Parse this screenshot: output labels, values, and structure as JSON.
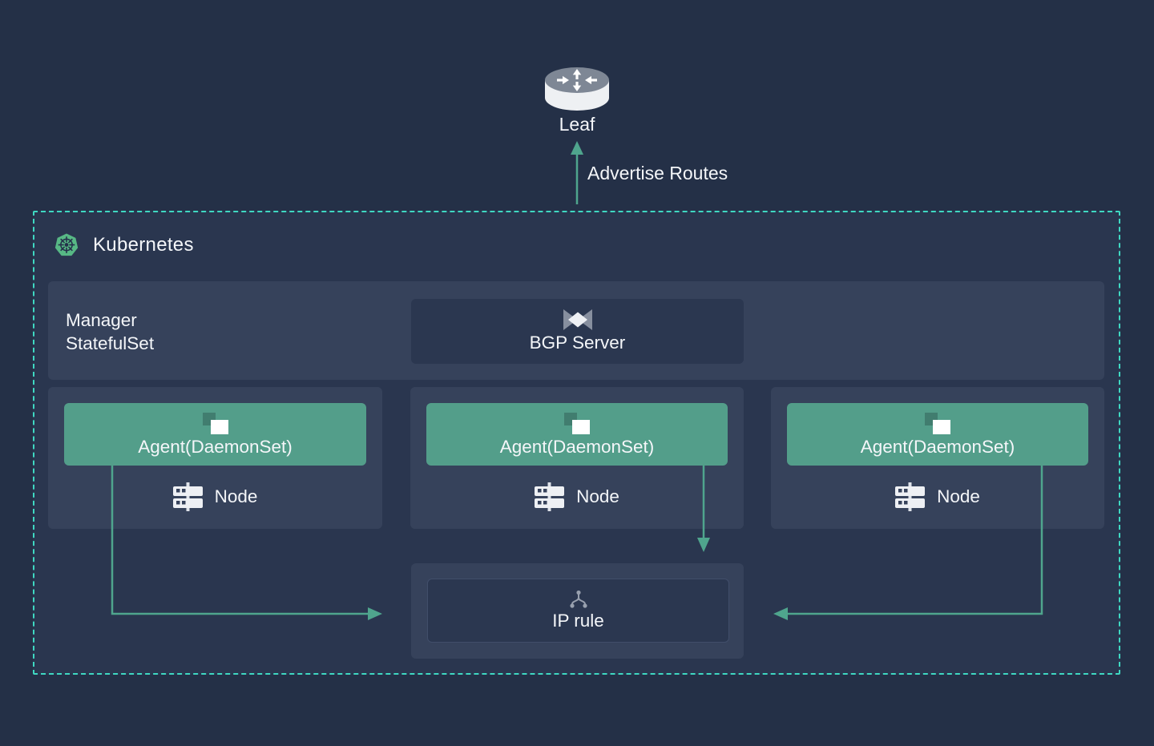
{
  "diagram_title": "Kubernetes BGP route advertisement diagram",
  "leaf": {
    "label": "Leaf",
    "icon": "router-icon"
  },
  "advertise": {
    "label": "Advertise Routes",
    "arrow_direction": "up"
  },
  "kubernetes": {
    "title": "Kubernetes",
    "icon": "kubernetes-helm-logo"
  },
  "manager": {
    "label": "Manager\nStatefulSet",
    "bgp": {
      "label": "BGP Server",
      "icon": "bgp-bowtie-icon"
    }
  },
  "nodes": [
    {
      "agent_label": "Agent(DaemonSet)",
      "node_label": "Node",
      "agent_icon": "daemonset-layers-icon",
      "node_icon": "server-icon"
    },
    {
      "agent_label": "Agent(DaemonSet)",
      "node_label": "Node",
      "agent_icon": "daemonset-layers-icon",
      "node_icon": "server-icon"
    },
    {
      "agent_label": "Agent(DaemonSet)",
      "node_label": "Node",
      "agent_icon": "daemonset-layers-icon",
      "node_icon": "server-icon"
    }
  ],
  "ip_rule": {
    "label": "IP rule",
    "icon": "fork-split-icon"
  },
  "connections": [
    {
      "from": "BGP Server / Kubernetes box",
      "to": "Leaf",
      "label": "Advertise Routes"
    },
    {
      "from": "Agent(DaemonSet) node 1",
      "to": "IP rule"
    },
    {
      "from": "Agent(DaemonSet) node 2",
      "to": "IP rule"
    },
    {
      "from": "Agent(DaemonSet) node 3",
      "to": "IP rule"
    }
  ],
  "colors": {
    "background": "#243047",
    "k8s_box_fill": "#2a364f",
    "k8s_dashed_border": "#3fd8c2",
    "panel_fill": "#36425b",
    "inner_box_fill": "#2b3750",
    "agent_green": "#539e8a",
    "arrow_green": "#4fa58d",
    "k8s_logo_green": "#57b885",
    "text": "#f4f6f9"
  }
}
